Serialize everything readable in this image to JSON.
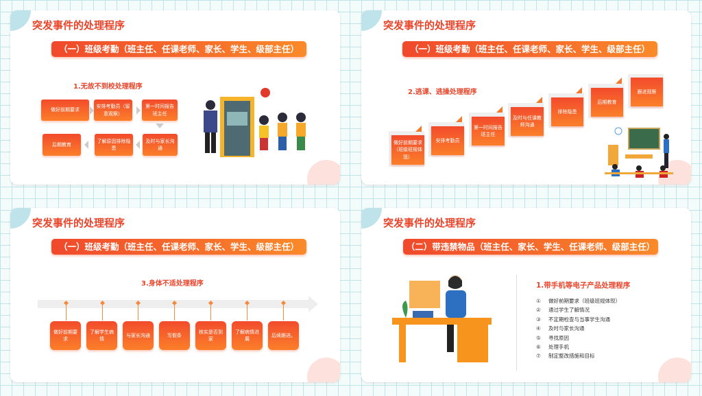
{
  "slides": [
    {
      "title": "突发事件的处理程序",
      "banner": "（一）班级考勤（班主任、任课老师、家长、学生、级部主任）",
      "subtitle": "1.无故不到校处理程序",
      "steps": [
        "做好前期要求",
        "安排考勤员（留意观察）",
        "第一时间报告班主任",
        "及时与家长沟通",
        "了解原因排除隐患",
        "后期教育"
      ]
    },
    {
      "title": "突发事件的处理程序",
      "banner": "（一）班级考勤（班主任、任课老师、家长、学生、级部主任）",
      "subtitle": "2.逃课、逃操处理程序",
      "steps": [
        "做好前期要求（班级班规体现）",
        "安排考勤员",
        "第一时间报告班主任",
        "及时与任课教师沟通",
        "排除隐患",
        "后期教育",
        "跟进观察"
      ]
    },
    {
      "title": "突发事件的处理程序",
      "banner": "（一）班级考勤（班主任、任课老师、家长、学生、级部主任）",
      "subtitle": "3.身体不适处理程序",
      "steps": [
        "做好前期要求",
        "了解学生病情",
        "与家长沟通",
        "写假条",
        "核实是否到家",
        "了解病情进展",
        "后续跟进。"
      ]
    },
    {
      "title": "突发事件的处理程序",
      "banner": "（二）带违禁物品（班主任、家长、学生、任课老师、级部主任）",
      "subtitle": "1.带手机等电子产品处理程序",
      "steps": [
        {
          "n": "①",
          "t": "做好前期要求（班级班规体现）"
        },
        {
          "n": "②",
          "t": "通过学生了解情况"
        },
        {
          "n": "③",
          "t": "不定期检查与当事学生沟通"
        },
        {
          "n": "④",
          "t": "及时与家长沟通"
        },
        {
          "n": "⑤",
          "t": "寻找原因"
        },
        {
          "n": "⑥",
          "t": "处理手机"
        },
        {
          "n": "⑦",
          "t": "制定整改措施和目标"
        }
      ]
    }
  ],
  "colors": {
    "accent": "#e8452b",
    "gradient_end": "#fb7f2a"
  }
}
